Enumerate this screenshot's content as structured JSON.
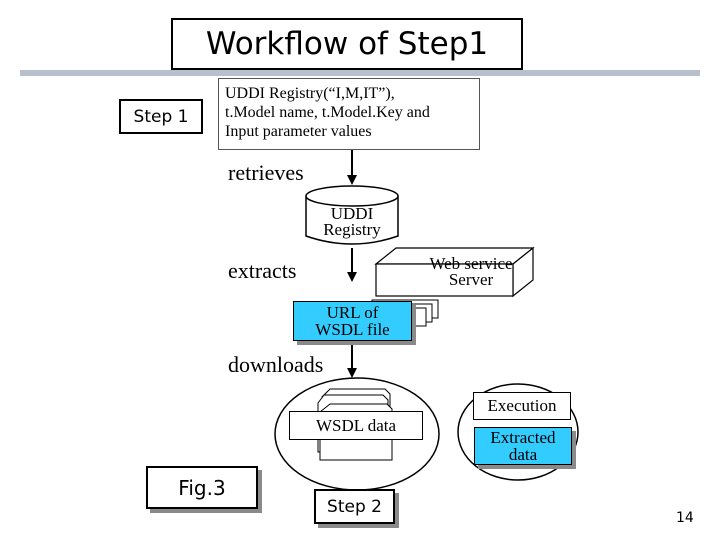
{
  "title": "Workflow of Step1",
  "step1_label": "Step 1",
  "input_box": {
    "line1": "UDDI Registry(“I,M,IT”),",
    "line2": "t.Model name, t.Model.Key and",
    "line3": "Input parameter values"
  },
  "verbs": {
    "retrieves": "retrieves",
    "extracts": "extracts",
    "downloads": "downloads"
  },
  "uddi_registry": {
    "line1": "UDDI",
    "line2": "Registry"
  },
  "web_service_server": {
    "line1": "Web service",
    "line2": "Server"
  },
  "url_box": {
    "line1": "URL of",
    "line2": "WSDL file"
  },
  "wsdl_data": "WSDL data",
  "execution": "Execution",
  "extracted_data": {
    "line1": "Extracted",
    "line2": "data"
  },
  "fig_label": "Fig.3",
  "step2_label": "Step 2",
  "page_number": "14",
  "colors": {
    "cyan_fill": "#33ccff",
    "shadow_gray": "#8a8a8a",
    "slide_bar": "#b8c0cc"
  }
}
